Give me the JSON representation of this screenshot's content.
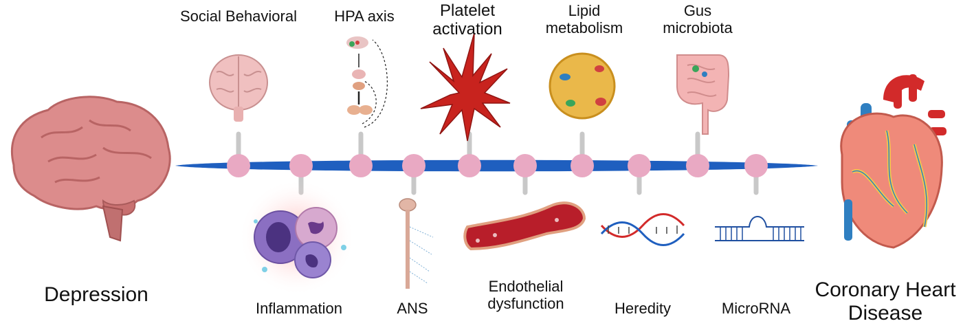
{
  "endpoints": {
    "left": "Depression",
    "right_line1": "Coronary Heart",
    "right_line2": "Disease"
  },
  "top_labels": [
    {
      "line1": "Social Behavioral",
      "line2": ""
    },
    {
      "line1": "HPA axis",
      "line2": ""
    },
    {
      "line1": "Platelet",
      "line2": "activation"
    },
    {
      "line1": "Lipid",
      "line2": "metabolism"
    },
    {
      "line1": "Gus",
      "line2": "microbiota"
    }
  ],
  "bottom_labels": [
    {
      "line1": "Inflammation",
      "line2": ""
    },
    {
      "line1": "ANS",
      "line2": ""
    },
    {
      "line1": "Endothelial",
      "line2": "dysfunction"
    },
    {
      "line1": "Heredity",
      "line2": ""
    },
    {
      "line1": "MicroRNA",
      "line2": ""
    }
  ],
  "icons": [
    "brain-icon",
    "small-brain-icon",
    "hpa-glands-icon",
    "platelet-icon",
    "lipid-droplet-icon",
    "intestine-icon",
    "inflammation-cells-icon",
    "spinal-nerve-icon",
    "blood-vessel-icon",
    "dna-helix-icon",
    "microrna-icon",
    "heart-icon"
  ],
  "colors": {
    "axis": "#1f5fbf",
    "node": "#e9a9c3",
    "stem": "#c8c8c8",
    "brain": "#d98080",
    "heart": "#e57363",
    "platelet": "#c8231e"
  }
}
